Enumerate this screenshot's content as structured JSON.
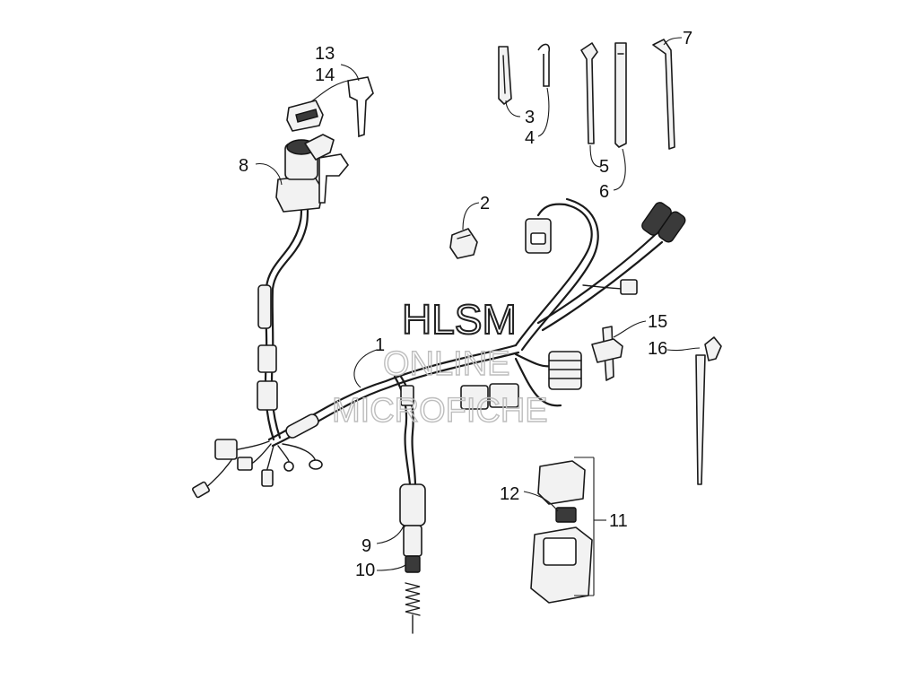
{
  "watermark": {
    "line1": "HLSM",
    "line2": "ONLINE",
    "line3": "MICROFICHE"
  },
  "callouts": [
    {
      "id": "c1",
      "text": "1"
    },
    {
      "id": "c2",
      "text": "2"
    },
    {
      "id": "c3",
      "text": "3"
    },
    {
      "id": "c4",
      "text": "4"
    },
    {
      "id": "c5",
      "text": "5"
    },
    {
      "id": "c6",
      "text": "6"
    },
    {
      "id": "c7",
      "text": "7"
    },
    {
      "id": "c8",
      "text": "8"
    },
    {
      "id": "c9",
      "text": "9"
    },
    {
      "id": "c10",
      "text": "10"
    },
    {
      "id": "c11",
      "text": "11"
    },
    {
      "id": "c12",
      "text": "12"
    },
    {
      "id": "c13",
      "text": "13"
    },
    {
      "id": "c14",
      "text": "14"
    },
    {
      "id": "c15",
      "text": "15"
    },
    {
      "id": "c16",
      "text": "16"
    }
  ],
  "colors": {
    "line": "#1a1a1a",
    "watermark": "#bdbdbd",
    "background": "#ffffff"
  }
}
